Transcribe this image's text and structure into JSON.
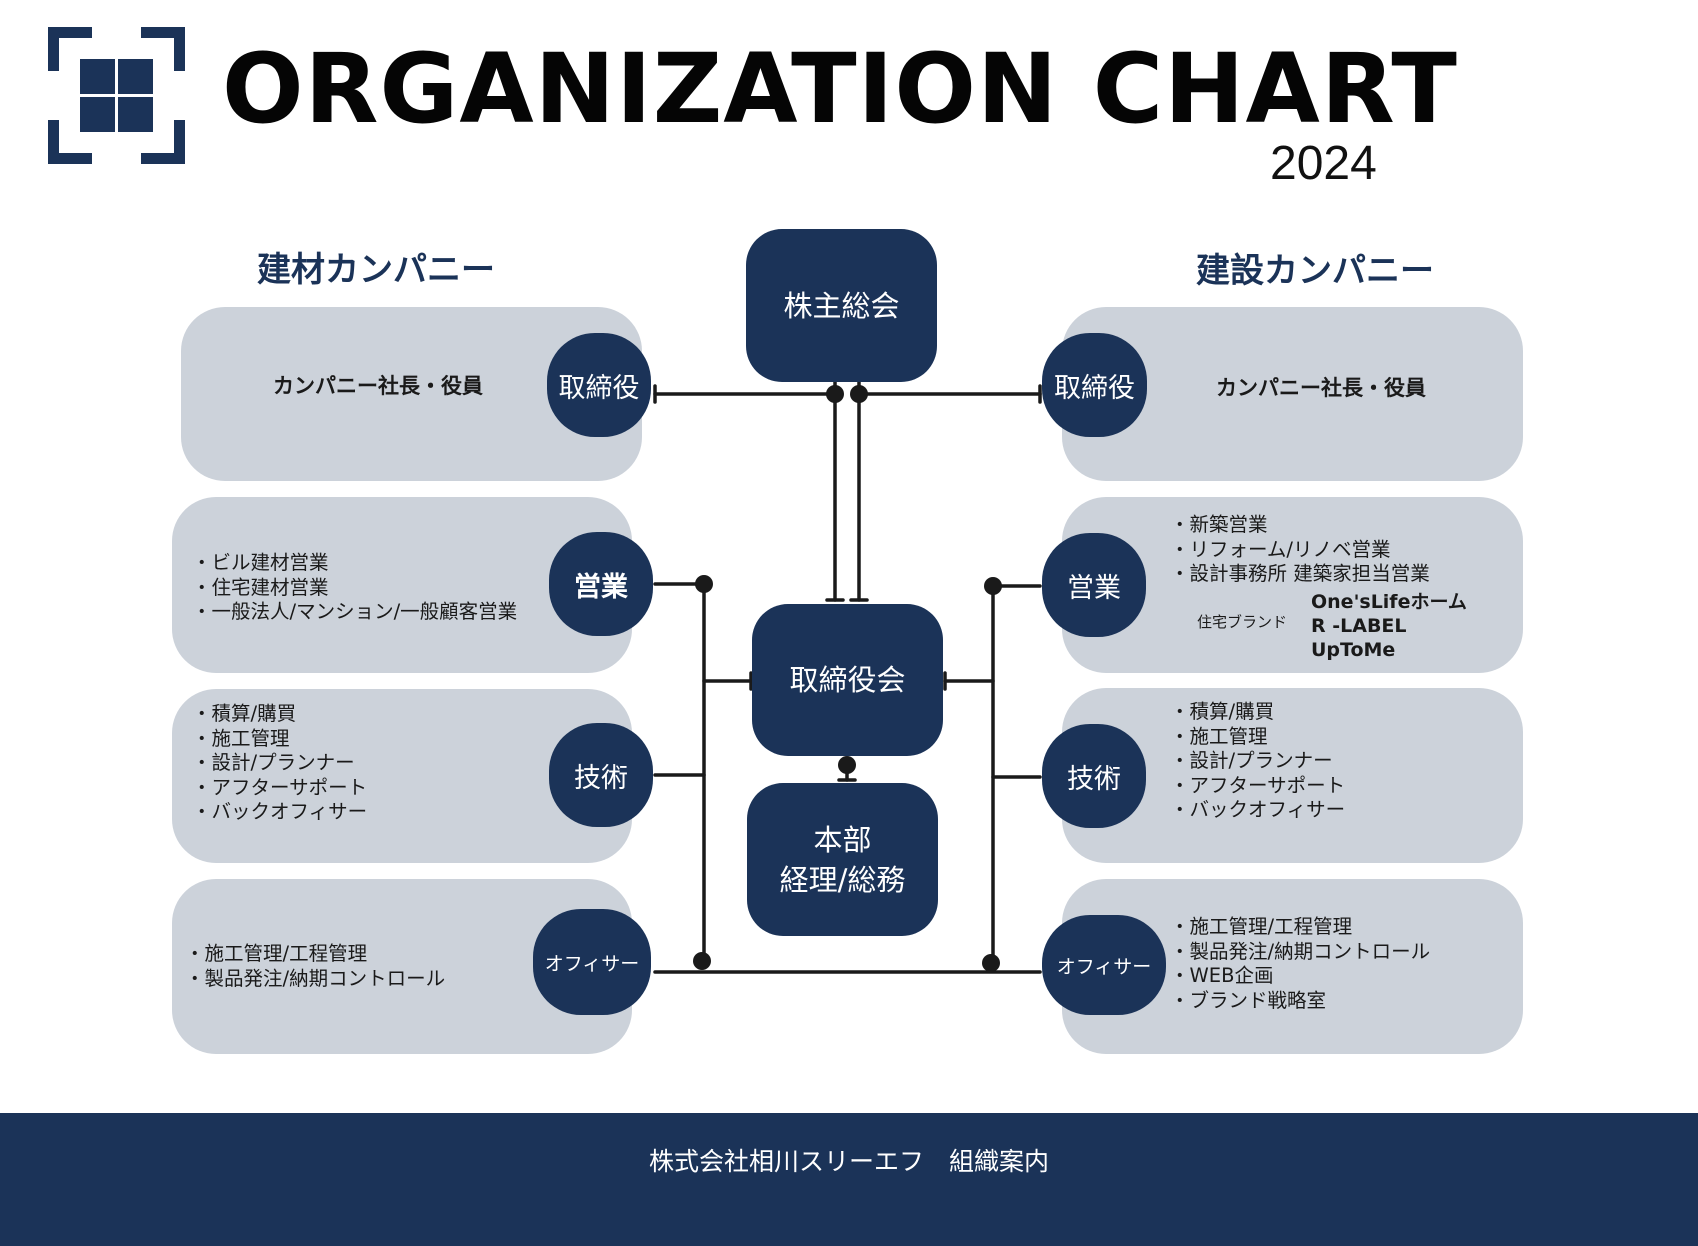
{
  "header": {
    "title": "ORGANIZATION CHART",
    "year": "2024",
    "logo_icon": "window-grid-icon"
  },
  "colors": {
    "navy": "#1b3358",
    "panel": "#ccd2da",
    "line": "#1a1a1a"
  },
  "center": {
    "shareholders": "株主総会",
    "board": "取締役会",
    "hq_line1": "本部",
    "hq_line2": "経理/総務"
  },
  "left_company": {
    "heading": "建材カンパニー",
    "directors": {
      "pill": "取締役",
      "label": "カンパニー社長・役員"
    },
    "sales": {
      "pill": "営業",
      "items": [
        "ビル建材営業",
        "住宅建材営業",
        "一般法人/マンション/一般顧客営業"
      ]
    },
    "tech": {
      "pill": "技術",
      "items": [
        "積算/購買",
        "施工管理",
        "設計/プランナー",
        "アフターサポート",
        "バックオフィサー"
      ]
    },
    "officer": {
      "pill": "オフィサー",
      "items": [
        "施工管理/工程管理",
        "製品発注/納期コントロール"
      ]
    }
  },
  "right_company": {
    "heading": "建設カンパニー",
    "directors": {
      "pill": "取締役",
      "label": "カンパニー社長・役員"
    },
    "sales": {
      "pill": "営業",
      "items": [
        "新築営業",
        "リフォーム/リノベ営業",
        "設計事務所 建築家担当営業"
      ],
      "brand_label": "住宅ブランド",
      "brands": [
        "One'sLifeホーム",
        "R -LABEL",
        "UpToMe"
      ]
    },
    "tech": {
      "pill": "技術",
      "items": [
        "積算/購買",
        "施工管理",
        "設計/プランナー",
        "アフターサポート",
        "バックオフィサー"
      ]
    },
    "officer": {
      "pill": "オフィサー",
      "items": [
        "施工管理/工程管理",
        "製品発注/納期コントロール",
        "WEB企画",
        "ブランド戦略室"
      ]
    }
  },
  "footer": {
    "text": "株式会社相川スリーエフ　組織案内"
  }
}
